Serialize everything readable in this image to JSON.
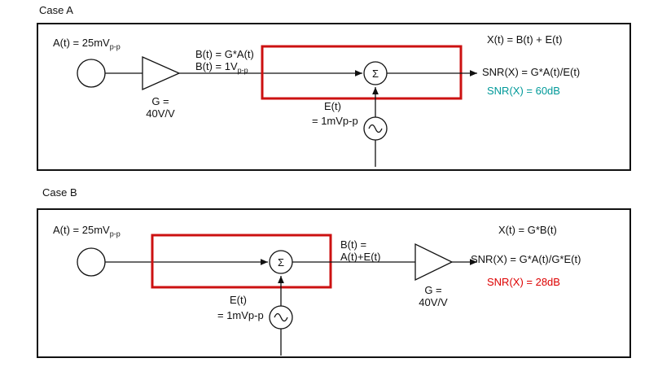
{
  "colors": {
    "line_black": "#111111",
    "highlight_red": "#cc1111",
    "snr_good_teal": "#009999",
    "snr_bad_red": "#dd0000"
  },
  "case_a": {
    "title": "Case A",
    "source_label_main": "A(t) = 25mV",
    "source_label_sub": "p-p",
    "gain_line1": "G =",
    "gain_line2": "40V/V",
    "b_label_line1": "B(t) = G*A(t)",
    "b_label_line2_main": "B(t) = 1V",
    "b_label_line2_sub": "p-p",
    "sigma": "Σ",
    "noise_label_line1": "E(t)",
    "noise_label_line2": "= 1mVp-p",
    "out_line1": "X(t) = B(t) + E(t)",
    "out_line2": "SNR(X) = G*A(t)/E(t)",
    "out_line3": "SNR(X) = 60dB"
  },
  "case_b": {
    "title": "Case B",
    "source_label_main": "A(t) = 25mV",
    "source_label_sub": "p-p",
    "sigma": "Σ",
    "noise_label_line1": "E(t)",
    "noise_label_line2": "= 1mVp-p",
    "b_label_line1": "B(t) =",
    "b_label_line2": "A(t)+E(t)",
    "gain_line1": "G =",
    "gain_line2": "40V/V",
    "out_line1": "X(t) = G*B(t)",
    "out_line2": "SNR(X) = G*A(t)/G*E(t)",
    "out_line3": "SNR(X) = 28dB"
  }
}
